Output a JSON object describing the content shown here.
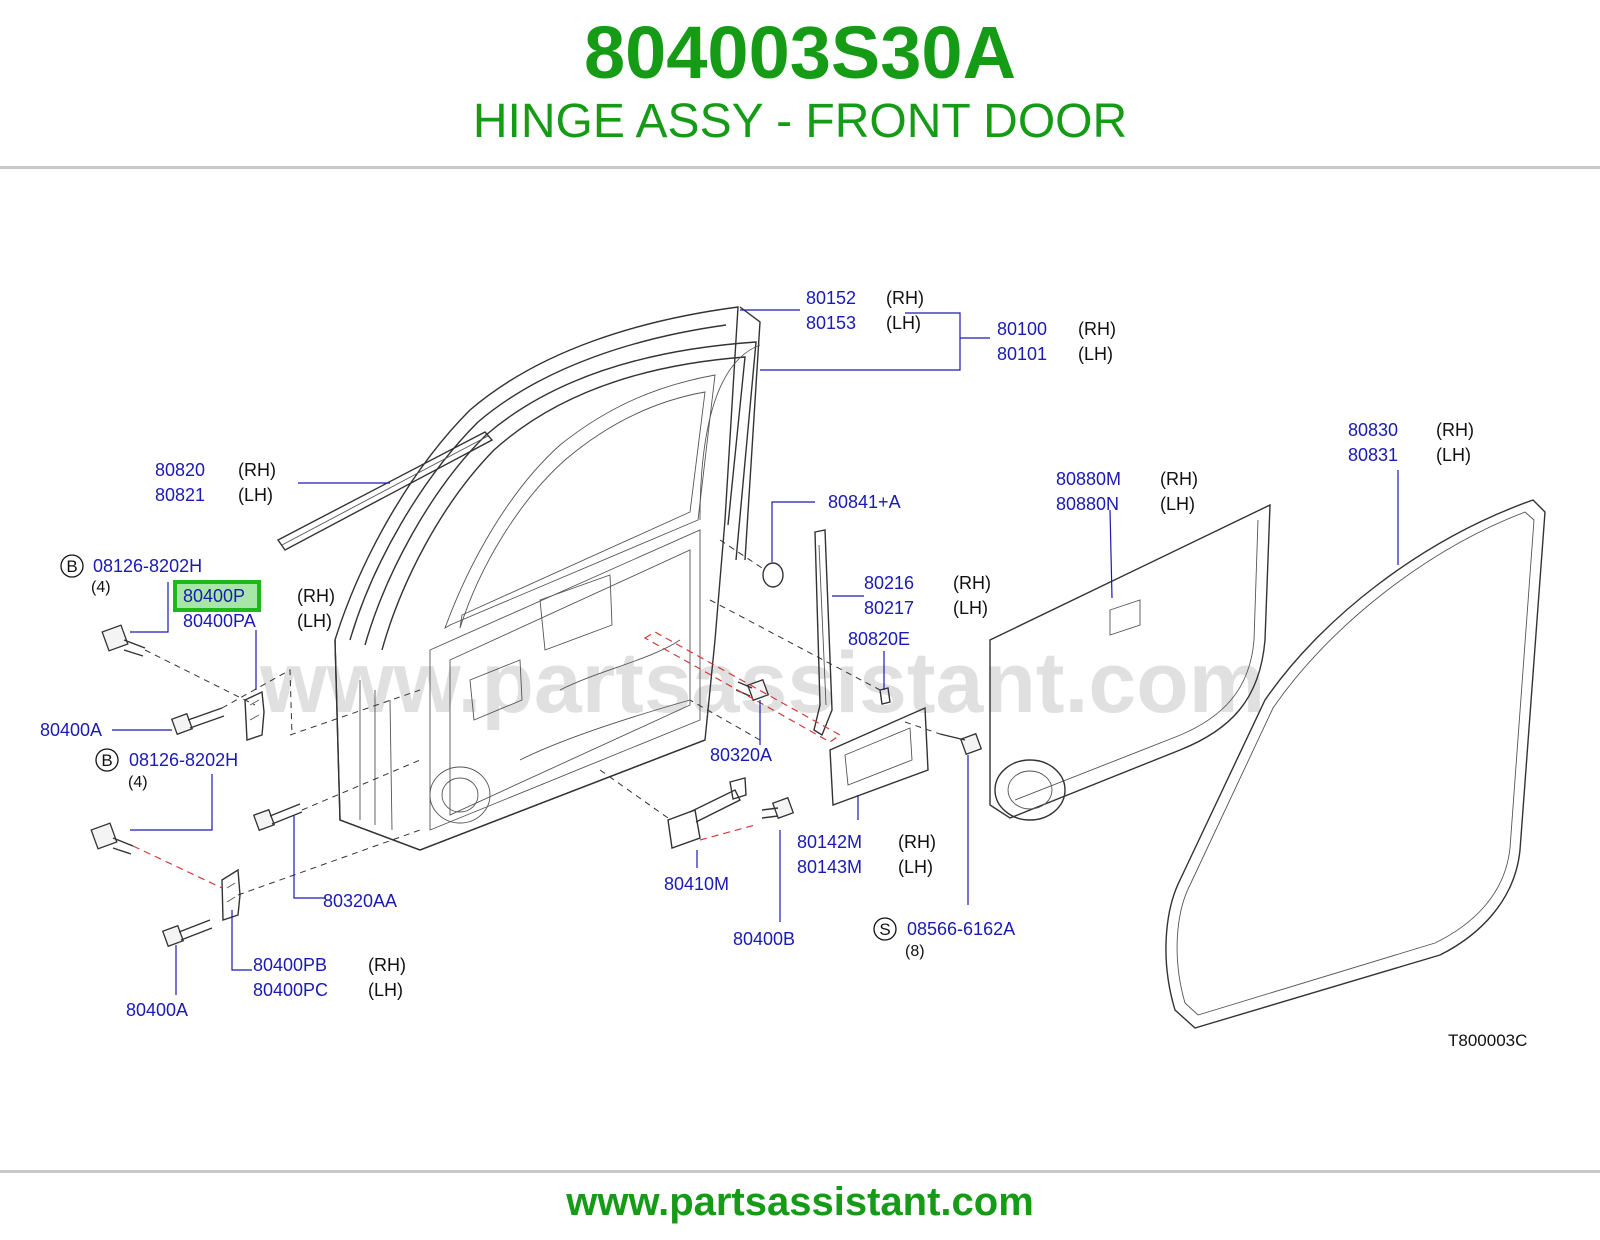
{
  "header": {
    "part_number": "804003S30A",
    "title": "HINGE ASSY - FRONT DOOR"
  },
  "diagram": {
    "watermark": "www.partsassistant.com",
    "ref_code": "T800003C",
    "highlighted_part": "80400P",
    "callouts": {
      "p80152": {
        "num": "80152",
        "side": "(RH)"
      },
      "p80153": {
        "num": "80153",
        "side": "(LH)"
      },
      "p80100": {
        "num": "80100",
        "side": "(RH)"
      },
      "p80101": {
        "num": "80101",
        "side": "(LH)"
      },
      "p80820": {
        "num": "80820",
        "side": "(RH)"
      },
      "p80821": {
        "num": "80821",
        "side": "(LH)"
      },
      "p80841": {
        "num": "80841+A"
      },
      "p80880m": {
        "num": "80880M",
        "side": "(RH)"
      },
      "p80880n": {
        "num": "80880N",
        "side": "(LH)"
      },
      "p80830": {
        "num": "80830",
        "side": "(RH)"
      },
      "p80831": {
        "num": "80831",
        "side": "(LH)"
      },
      "p08126a": {
        "circle": "B",
        "num": "08126-8202H",
        "qty": "(4)"
      },
      "p80400p": {
        "num": "80400P",
        "side": "(RH)"
      },
      "p80400pa": {
        "num": "80400PA",
        "side": "(LH)"
      },
      "p80216": {
        "num": "80216",
        "side": "(RH)"
      },
      "p80217": {
        "num": "80217",
        "side": "(LH)"
      },
      "p80820e": {
        "num": "80820E"
      },
      "p80400a1": {
        "num": "80400A"
      },
      "p08126b": {
        "circle": "B",
        "num": "08126-8202H",
        "qty": "(4)"
      },
      "p80320a": {
        "num": "80320A"
      },
      "p80142m": {
        "num": "80142M",
        "side": "(RH)"
      },
      "p80143m": {
        "num": "80143M",
        "side": "(LH)"
      },
      "p80320aa": {
        "num": "80320AA"
      },
      "p80410m": {
        "num": "80410M"
      },
      "p08566": {
        "circle": "S",
        "num": "08566-6162A",
        "qty": "(8)"
      },
      "p80400b": {
        "num": "80400B"
      },
      "p80400pb": {
        "num": "80400PB",
        "side": "(RH)"
      },
      "p80400pc": {
        "num": "80400PC",
        "side": "(LH)"
      },
      "p80400a2": {
        "num": "80400A"
      }
    }
  },
  "footer": {
    "url": "www.partsassistant.com"
  }
}
